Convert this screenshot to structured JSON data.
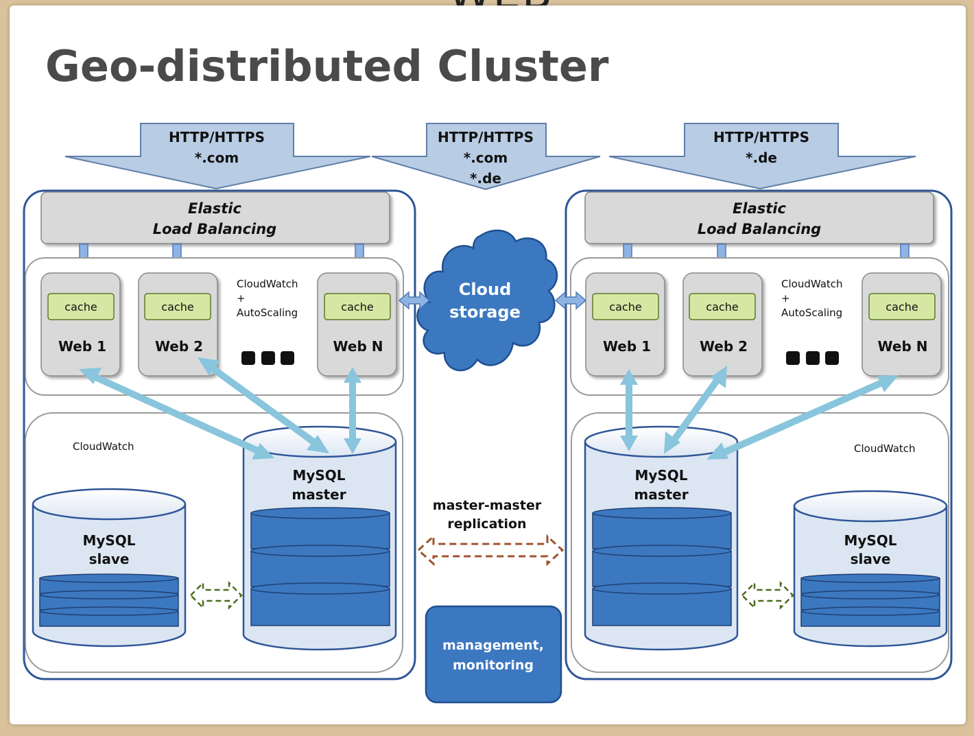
{
  "top_word": "WEB",
  "title": "Geo-distributed Cluster",
  "left_arrow": {
    "line1": "HTTP/HTTPS",
    "line2": "*.com"
  },
  "center_arrow": {
    "line1": "HTTP/HTTPS",
    "line2": "*.com",
    "line3": "*.de"
  },
  "right_arrow": {
    "line1": "HTTP/HTTPS",
    "line2": "*.de"
  },
  "elb": {
    "line1": "Elastic",
    "line2": "Load Balancing"
  },
  "cache_label": "cache",
  "web_servers": [
    "Web 1",
    "Web 2",
    "Web N"
  ],
  "cloudwatch_autoscaling": {
    "line1": "CloudWatch",
    "line2": "+",
    "line3": "AutoScaling"
  },
  "cloudwatch": "CloudWatch",
  "cloud_storage": {
    "line1": "Cloud",
    "line2": "storage"
  },
  "mysql_master": {
    "line1": "MySQL",
    "line2": "master"
  },
  "mysql_slave": {
    "line1": "MySQL",
    "line2": "slave"
  },
  "replication": {
    "line1": "master-master",
    "line2": "replication"
  },
  "management": {
    "line1": "management,",
    "line2": "monitoring"
  },
  "colors": {
    "arrow_fill": "#b8cce4",
    "elb_fill": "#d9d9d9",
    "cache_fill": "#d6e7a3",
    "db_blue": "#3c78c0",
    "link_blue": "#89c5dc",
    "panel_border": "#2e5597"
  }
}
